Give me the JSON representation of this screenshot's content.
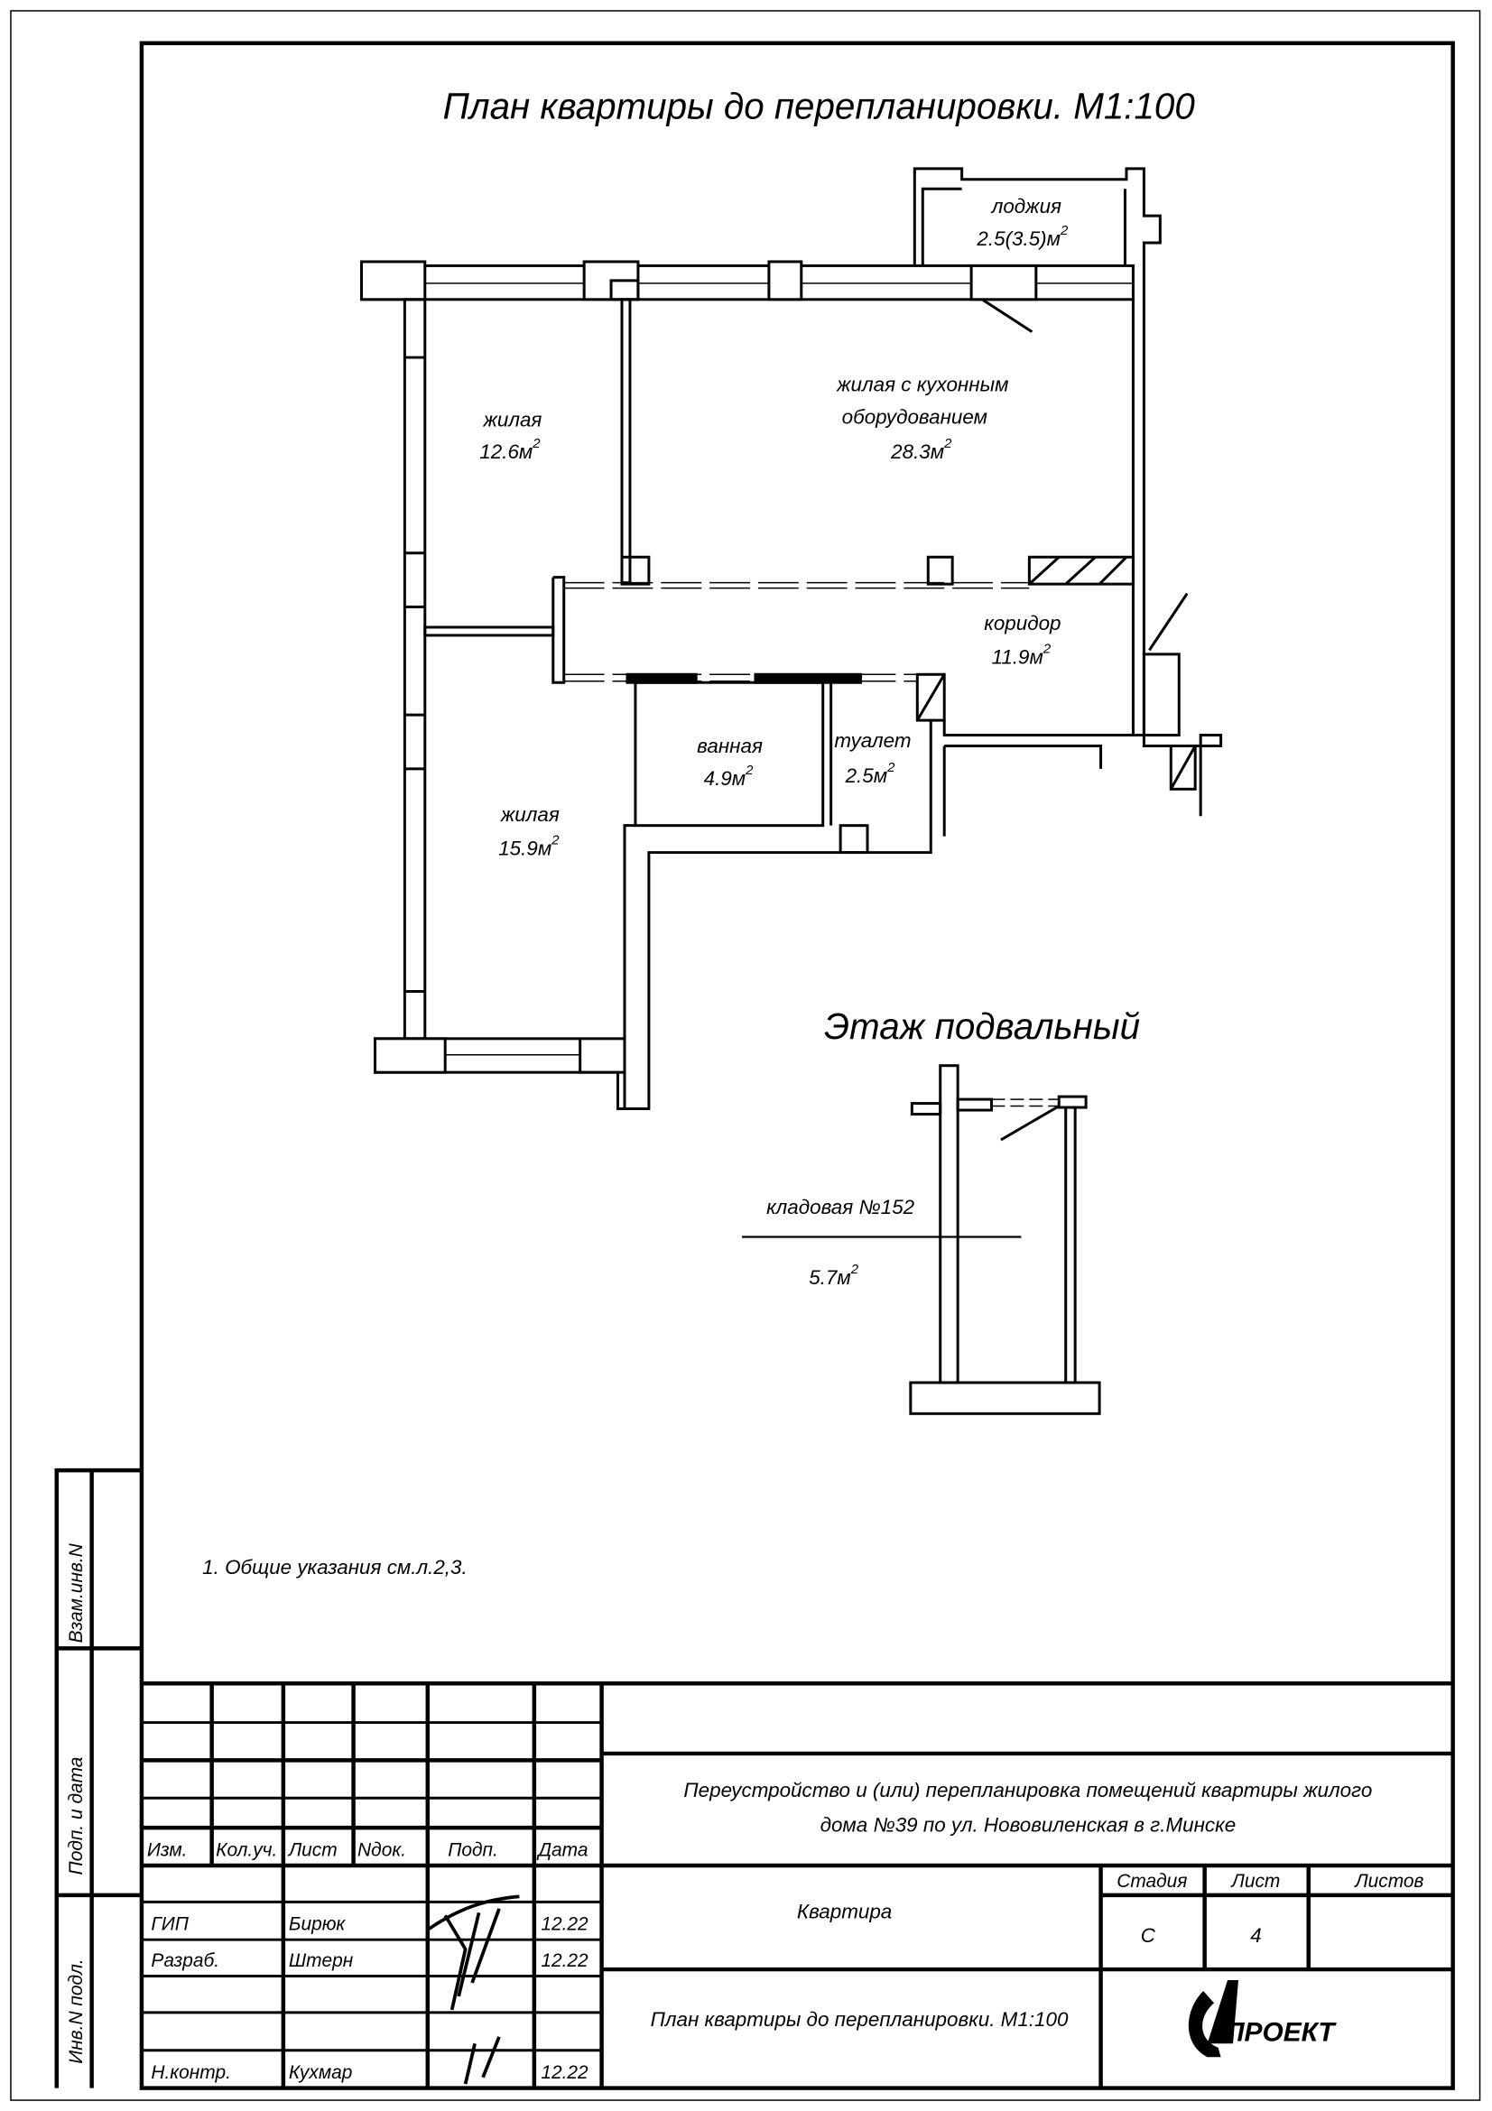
{
  "title": "План квартиры до перепланировки. М1:100",
  "rooms": [
    {
      "name": "лоджия",
      "area": "2.5(3.5)м",
      "sup": "2"
    },
    {
      "name": "жилая",
      "area": "12.6м",
      "sup": "2"
    },
    {
      "name": "жилая с кухонным",
      "name2": "оборудованием",
      "area": "28.3м",
      "sup": "2"
    },
    {
      "name": "коридор",
      "area": "11.9м",
      "sup": "2"
    },
    {
      "name": "ванная",
      "area": "4.9м",
      "sup": "2"
    },
    {
      "name": "туалет",
      "area": "2.5м",
      "sup": "2"
    },
    {
      "name": "жилая",
      "area": "15.9м",
      "sup": "2"
    }
  ],
  "basement": {
    "title": "Этаж подвальный",
    "room": "кладовая №152",
    "area": "5.7м",
    "sup": "2"
  },
  "note": "1. Общие указания см.л.2,3.",
  "side_stamp": {
    "vzam": "Взам.инв.N",
    "podp": "Подп. и дата",
    "inv": "Инв.N подл."
  },
  "title_block": {
    "headers": [
      "Изм.",
      "Кол.уч.",
      "Лист",
      "Nдок.",
      "Подп.",
      "Дата"
    ],
    "people": [
      {
        "role": "ГИП",
        "name": "Бирюк",
        "date": "12.22"
      },
      {
        "role": "Разраб.",
        "name": "Штерн",
        "date": "12.22"
      },
      {
        "role": "Н.контр.",
        "name": "Кухмар",
        "date": "12.22"
      }
    ],
    "project_line1": "Переустройство и (или) перепланировка помещений квартиры жилого",
    "project_line2": "дома №39 по ул. Нововиленская в г.Минске",
    "object": "Квартира",
    "stage_label": "Стадия",
    "sheet_label": "Лист",
    "sheets_label": "Листов",
    "stage": "С",
    "sheet": "4",
    "sheet_title": "План квартиры до перепланировки. М1:100",
    "logo": "АПРОЕКТ"
  }
}
